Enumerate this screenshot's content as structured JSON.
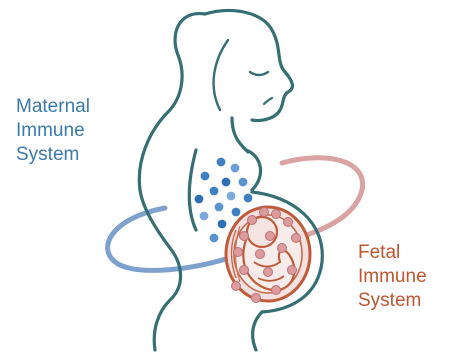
{
  "labels": {
    "maternal": [
      "Maternal",
      "Immune",
      "System"
    ],
    "fetal": [
      "Fetal",
      "Immune",
      "System"
    ]
  },
  "colors": {
    "outline": "#356f73",
    "maternal_text": "#3a7ab0",
    "fetal_text": "#c0562f",
    "maternal_arc": "#6f96c4",
    "fetal_arc": "#d89c9c",
    "maternal_cells": "#3f7fc2",
    "fetal_cells": "#d48c8c",
    "placenta": "#bf5b3a"
  },
  "icons": [
    "maternal-silhouette",
    "fetus-in-womb",
    "immune-cell-cluster"
  ]
}
